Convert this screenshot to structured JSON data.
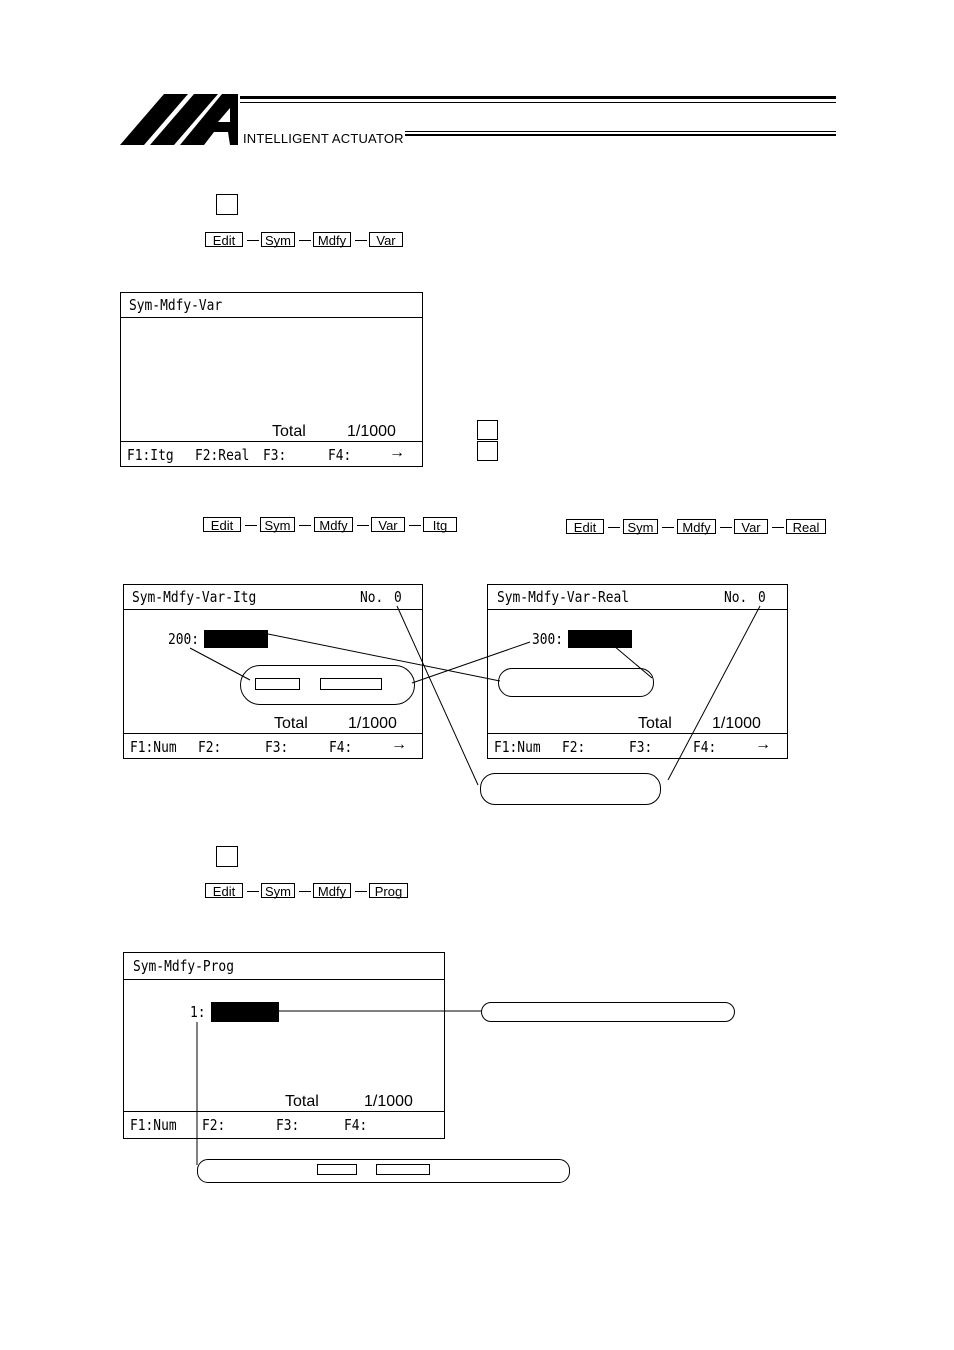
{
  "header": {
    "brand_text": "INTELLIGENT ACTUATOR"
  },
  "section1": {
    "keys": [
      "Edit",
      "Sym",
      "Mdfy",
      "Var"
    ]
  },
  "panel_var": {
    "title": "Sym-Mdfy-Var",
    "total_label": "Total",
    "total_value": "1/1000",
    "f1": "F1:Itg",
    "f2": "F2:Real",
    "f3": "F3:",
    "f4": "F4:",
    "arrow": "→"
  },
  "section2": {
    "keys_itg": [
      "Edit",
      "Sym",
      "Mdfy",
      "Var",
      "Itg"
    ],
    "keys_real": [
      "Edit",
      "Sym",
      "Mdfy",
      "Var",
      "Real"
    ]
  },
  "panel_itg": {
    "title": "Sym-Mdfy-Var-Itg",
    "no_label": "No.",
    "no_value": "0",
    "entry_label": "200:",
    "total_label": "Total",
    "total_value": "1/1000",
    "f1": "F1:Num",
    "f2": "F2:",
    "f3": "F3:",
    "f4": "F4:",
    "arrow": "→"
  },
  "panel_real": {
    "title": "Sym-Mdfy-Var-Real",
    "no_label": "No.",
    "no_value": "0",
    "entry_label": "300:",
    "total_label": "Total",
    "total_value": "1/1000",
    "f1": "F1:Num",
    "f2": "F2:",
    "f3": "F3:",
    "f4": "F4:",
    "arrow": "→"
  },
  "section3": {
    "keys": [
      "Edit",
      "Sym",
      "Mdfy",
      "Prog"
    ]
  },
  "panel_prog": {
    "title": "Sym-Mdfy-Prog",
    "entry_label": "1:",
    "total_label": "Total",
    "total_value": "1/1000",
    "f1": "F1:Num",
    "f2": "F2:",
    "f3": "F3:",
    "f4": "F4:"
  }
}
